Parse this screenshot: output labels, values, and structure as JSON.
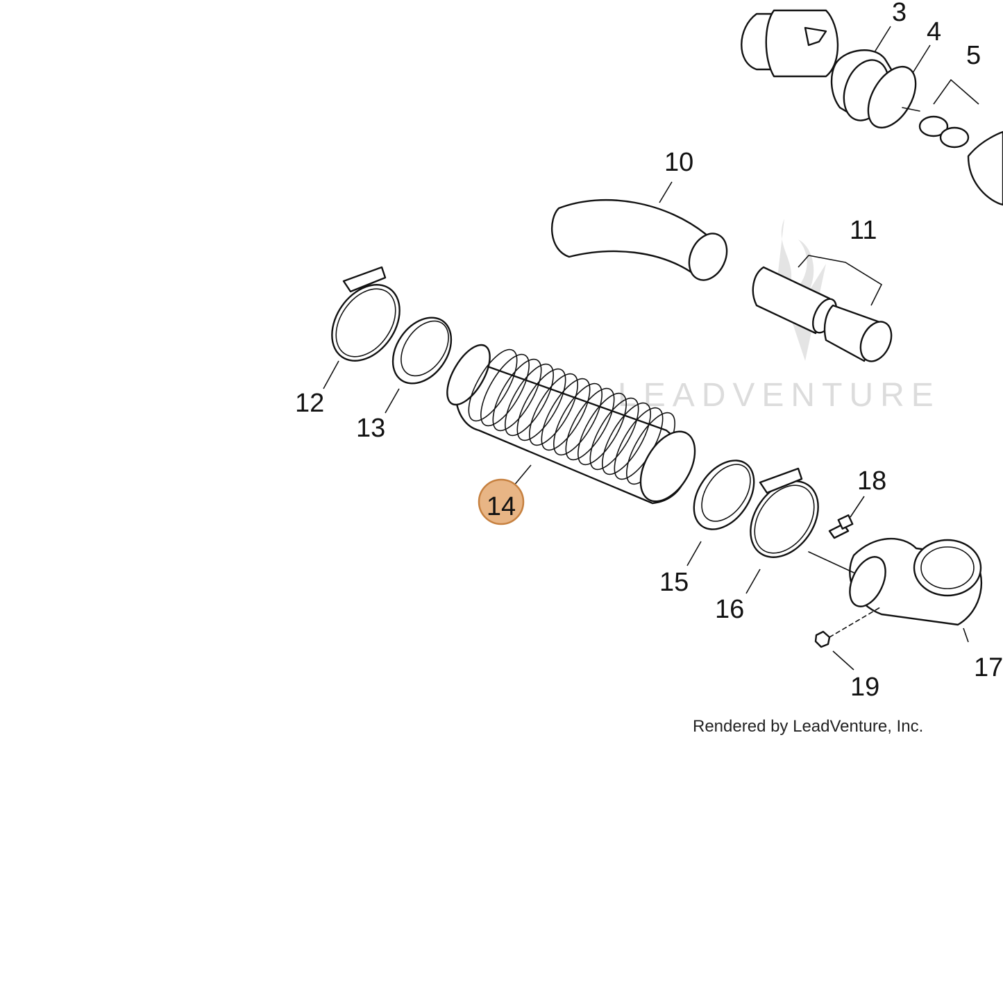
{
  "diagram": {
    "highlighted_part": "14",
    "highlight_color": "#e8b585",
    "highlight_border_color": "#c6803f",
    "callouts": {
      "p3": "3",
      "p4": "4",
      "p5": "5",
      "p10": "10",
      "p11": "11",
      "p12": "12",
      "p13": "13",
      "p14": "14",
      "p15": "15",
      "p16": "16",
      "p17": "17",
      "p18": "18",
      "p19": "19"
    },
    "watermark_text": "LEADVENTURE",
    "credit_text": "Rendered by LeadVenture, Inc."
  }
}
